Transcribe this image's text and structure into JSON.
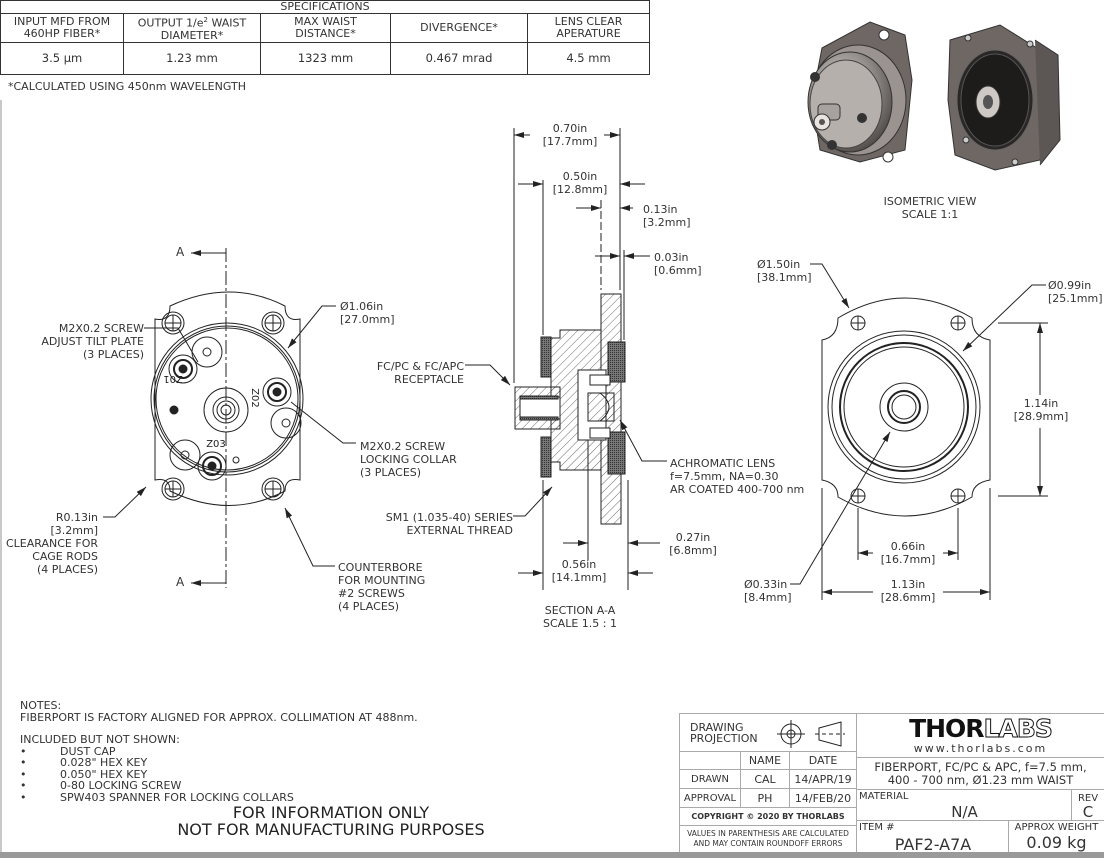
{
  "specifications": {
    "title": "SPECIFICATIONS",
    "columns": [
      "INPUT MFD FROM 460HP FIBER*",
      "OUTPUT 1/e² WAIST DIAMETER*",
      "MAX WAIST DISTANCE*",
      "DIVERGENCE*",
      "LENS CLEAR APERATURE"
    ],
    "col_lines": [
      [
        "INPUT MFD FROM",
        "460HP FIBER*"
      ],
      [
        "OUTPUT 1/e² WAIST",
        "DIAMETER*"
      ],
      [
        "MAX WAIST DISTANCE*",
        ""
      ],
      [
        "DIVERGENCE*",
        ""
      ],
      [
        "LENS CLEAR",
        "APERATURE"
      ]
    ],
    "values": [
      "3.5 µm",
      "1.23 mm",
      "1323 mm",
      "0.467 mrad",
      "4.5 mm"
    ],
    "footnote": "*CALCULATED USING 450nm WAVELENGTH"
  },
  "isometric": {
    "label_line1": "ISOMETRIC VIEW",
    "label_line2": "SCALE 1:1"
  },
  "front_view": {
    "section_marker": "A",
    "callouts": {
      "tilt_screw": [
        "M2X0.2 SCREW",
        "ADJUST TILT PLATE",
        "(3 PLACES)"
      ],
      "diameter": [
        "Ø1.06in",
        "[27.0mm]"
      ],
      "locking_screw": [
        "M2X0.2 SCREW",
        "LOCKING COLLAR",
        "(3 PLACES)"
      ],
      "radius": [
        "R0.13in",
        "[3.2mm]",
        "CLEARANCE FOR",
        "CAGE RODS",
        "(4 PLACES)"
      ],
      "counterbore": [
        "COUNTERBORE",
        "FOR MOUNTING",
        "#2 SCREWS",
        "(4 PLACES)"
      ]
    },
    "screw_labels": [
      "Z01",
      "Z02",
      "Z03"
    ]
  },
  "section_view": {
    "dims": {
      "overall": [
        "0.70in",
        "[17.7mm]"
      ],
      "d050": [
        "0.50in",
        "[12.8mm]"
      ],
      "d013": [
        "0.13in",
        "[3.2mm]"
      ],
      "d003": [
        "0.03in",
        "[0.6mm]"
      ],
      "d056": [
        "0.56in",
        "[14.1mm]"
      ],
      "d027": [
        "0.27in",
        "[6.8mm]"
      ]
    },
    "callouts": {
      "receptacle": [
        "FC/PC & FC/APC",
        "RECEPTACLE"
      ],
      "lens": [
        "ACHROMATIC LENS",
        "f=7.5mm, NA=0.30",
        "AR COATED 400-700 nm"
      ],
      "thread": [
        "SM1 (1.035-40) SERIES",
        "EXTERNAL THREAD"
      ]
    },
    "label_line1": "SECTION A-A",
    "label_line2": "SCALE 1.5 : 1"
  },
  "rear_view": {
    "dims": {
      "d150": [
        "Ø1.50in",
        "[38.1mm]"
      ],
      "d099": [
        "Ø0.99in",
        "[25.1mm]"
      ],
      "d114": [
        "1.14in",
        "[28.9mm]"
      ],
      "d066": [
        "0.66in",
        "[16.7mm]"
      ],
      "d033": [
        "Ø0.33in",
        "[8.4mm]"
      ],
      "d113": [
        "1.13in",
        "[28.6mm]"
      ]
    }
  },
  "notes": {
    "heading": "NOTES:",
    "line1": "FIBERPORT IS FACTORY ALIGNED FOR APPROX. COLLIMATION AT 488nm.",
    "included_heading": "INCLUDED BUT NOT SHOWN:",
    "included_items": [
      "DUST CAP",
      "0.028\" HEX KEY",
      "0.050\" HEX KEY",
      "0-80 LOCKING SCREW",
      "SPW403 SPANNER FOR LOCKING COLLARS"
    ],
    "disclaimer_line1": "FOR INFORMATION ONLY",
    "disclaimer_line2": "NOT FOR MANUFACTURING PURPOSES"
  },
  "title_block": {
    "projection_label_1": "DRAWING",
    "projection_label_2": "PROJECTION",
    "name_header": "NAME",
    "date_header": "DATE",
    "drawn_label": "DRAWN",
    "drawn_name": "CAL",
    "drawn_date": "14/APR/19",
    "approval_label": "APPROVAL",
    "approval_name": "PH",
    "approval_date": "14/FEB/20",
    "copyright": "COPYRIGHT © 2020 BY THORLABS",
    "values_note_1": "VALUES IN PARENTHESIS ARE CALCULATED",
    "values_note_2": "AND MAY CONTAIN ROUNDOFF ERRORS",
    "logo_bold": "THOR",
    "logo_outline": "LABS",
    "website": "www.thorlabs.com",
    "description_1": "FIBERPORT, FC/PC & APC, f=7.5 mm,",
    "description_2": "400 - 700 nm, Ø1.23 mm WAIST",
    "material_label": "MATERIAL",
    "material_value": "N/A",
    "rev_label": "REV",
    "rev_value": "C",
    "item_label": "ITEM #",
    "item_value": "PAF2-A7A",
    "weight_label": "APPROX WEIGHT",
    "weight_value": "0.09 kg"
  }
}
